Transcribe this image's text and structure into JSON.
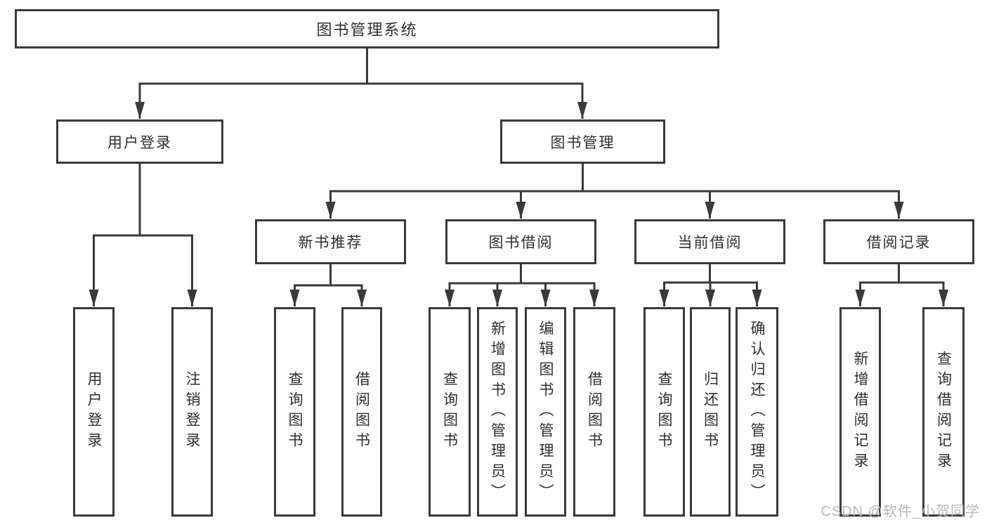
{
  "tree": {
    "root": {
      "label": "图书管理系统"
    },
    "level1": [
      {
        "label": "用户登录"
      },
      {
        "label": "图书管理"
      }
    ],
    "level2": [
      {
        "label": "新书推荐"
      },
      {
        "label": "图书借阅"
      },
      {
        "label": "当前借阅"
      },
      {
        "label": "借阅记录"
      }
    ],
    "leaves": {
      "user_login": [
        {
          "label": "用户登录"
        },
        {
          "label": "注销登录"
        }
      ],
      "new_books": [
        {
          "label": "查询图书"
        },
        {
          "label": "借阅图书"
        }
      ],
      "book_borrow": [
        {
          "label": "查询图书"
        },
        {
          "label": "新增图书（管理员）"
        },
        {
          "label": "编辑图书（管理员）"
        },
        {
          "label": "借阅图书"
        }
      ],
      "current_borrow": [
        {
          "label": "查询图书"
        },
        {
          "label": "归还图书"
        },
        {
          "label": "确认归还（管理员）"
        }
      ],
      "borrow_records": [
        {
          "label": "新增借阅记录"
        },
        {
          "label": "查询借阅记录"
        }
      ]
    }
  },
  "watermark": {
    "text": "CSDN @软件_小贺同学"
  },
  "colors": {
    "line": "#3a3a3a",
    "text": "#2f2f2f",
    "watermark": "#b9b9b9",
    "background": "#ffffff"
  }
}
